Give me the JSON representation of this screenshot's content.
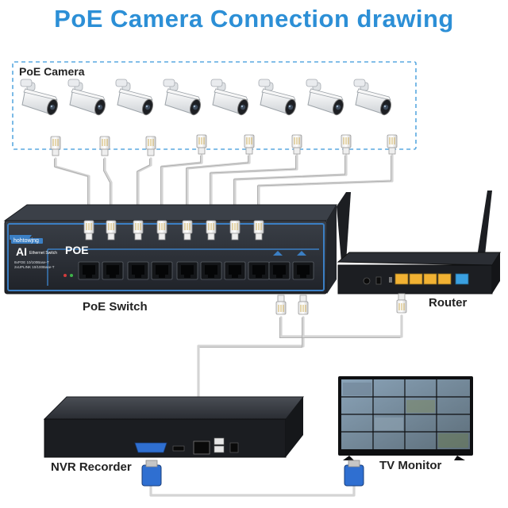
{
  "title": "PoE Camera Connection drawing",
  "labels": {
    "camera_group": "PoE Camera",
    "switch": "PoE Switch",
    "router": "Router",
    "nvr": "NVR Recorder",
    "monitor": "TV Monitor"
  },
  "switch_panel": {
    "brand": "hohtowjng",
    "model_ai": "AI",
    "model_sub": "Ethernet Switch",
    "model_poe": "POE",
    "spec_line1": "8xPOE 10/100Base-T",
    "spec_line2": "2xUPLINK 10/100Base-T"
  },
  "camera_count": 8,
  "switch_port_count": 10,
  "colors": {
    "title": "#2c8fd6",
    "dashed_box": "#5aa9e0",
    "switch_body": "#2b2f36",
    "switch_trim": "#3b7fc4",
    "router_ports": "#f2b233",
    "router_wan": "#3aa0e0",
    "vga_plug": "#2f6fd1",
    "cable": "#d4d4d4"
  }
}
